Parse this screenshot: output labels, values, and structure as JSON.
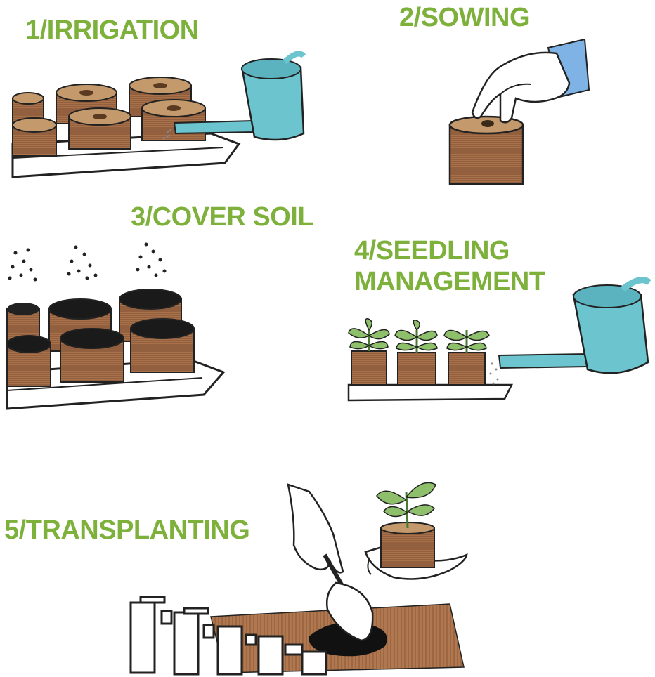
{
  "steps": [
    {
      "label": "1/IRRIGATION"
    },
    {
      "label": "2/SOWING"
    },
    {
      "label": "3/COVER SOIL"
    },
    {
      "label": "4/SEEDLING",
      "label_line2": "MANAGEMENT"
    },
    {
      "label": "5/TRANSPLANTING"
    }
  ],
  "colors": {
    "label_green": "#7db13b",
    "pellet_brown": "#a8714a",
    "pellet_top": "#c49a6c",
    "can_blue": "#6cc4cf",
    "leaf_green": "#8ec06c",
    "sleeve_blue": "#7fb3e6",
    "soil": "#a8714a"
  }
}
